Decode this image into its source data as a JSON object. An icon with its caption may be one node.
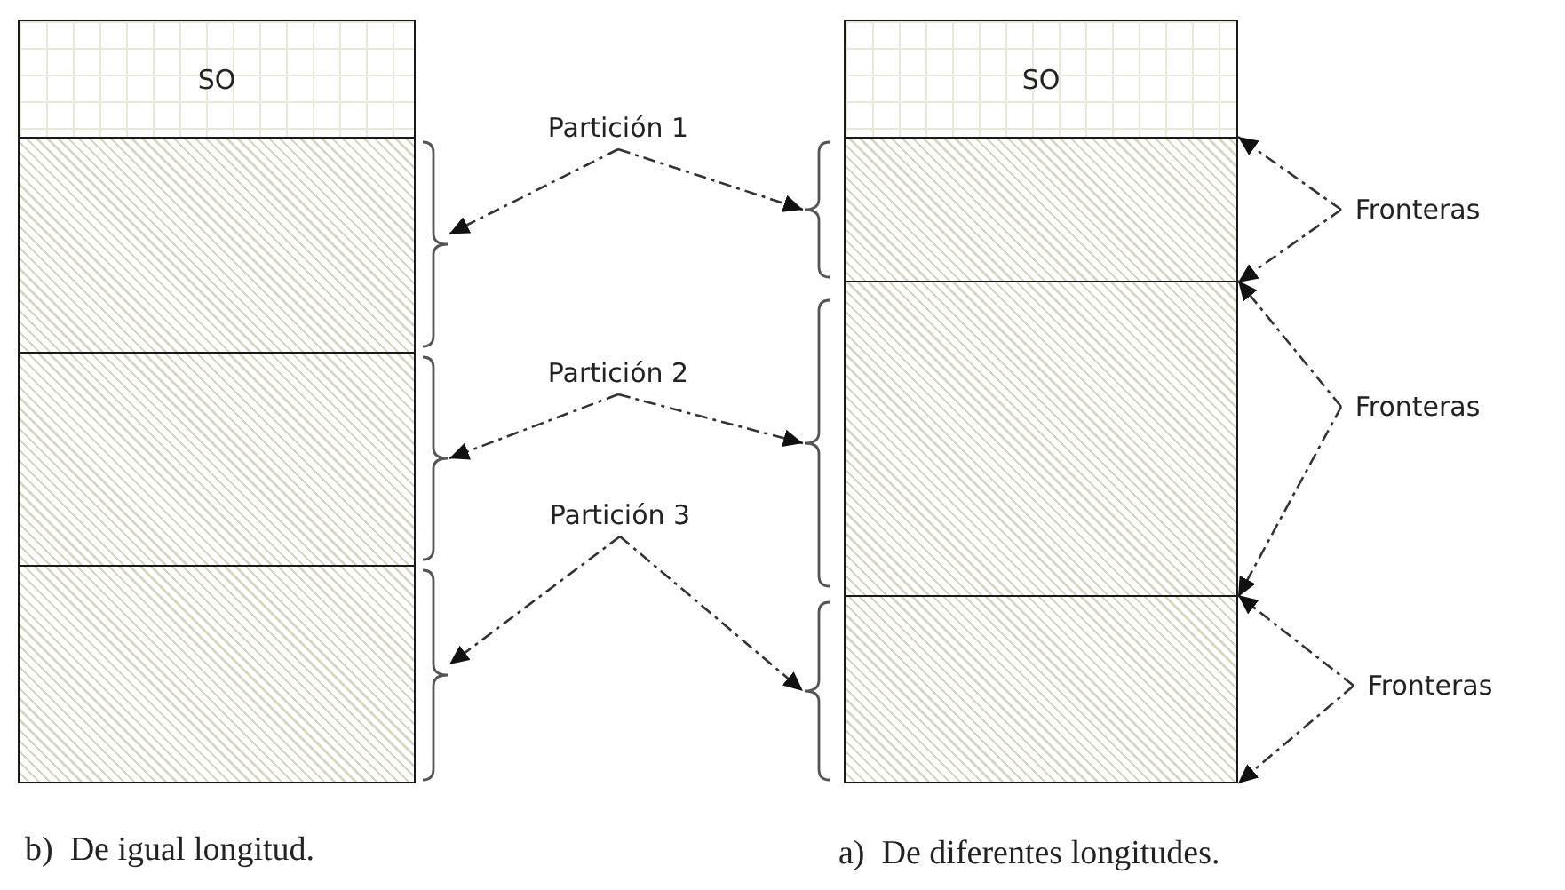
{
  "diagram": {
    "nodes": [
      {
        "text": [
          "SO"
        ]
      },
      {
        "text": [],
        "shape": "box"
      },
      {
        "text": [],
        "shape": "box"
      },
      {
        "text": [],
        "shape": "box"
      },
      {
        "text": [
          "SO"
        ]
      },
      {
        "text": [],
        "shape": "box"
      },
      {
        "text": [],
        "shape": "box"
      },
      {
        "text": [],
        "shape": "box"
      },
      {
        "text": [],
        "shape": "bracket"
      },
      {
        "text": [],
        "shape": "bracket"
      },
      {
        "text": [],
        "shape": "bracket"
      },
      {
        "text": [],
        "shape": "bracket"
      },
      {
        "text": [],
        "shape": "bracket"
      },
      {
        "text": [],
        "shape": "bracket"
      },
      {
        "text": [
          "Partición 1"
        ]
      },
      {
        "text": [
          "Partición 2"
        ]
      },
      {
        "text": [
          "Partición 3"
        ]
      },
      {
        "text": [
          "Fronteras"
        ]
      },
      {
        "text": [
          "Fronteras"
        ]
      },
      {
        "text": [
          "Fronteras"
        ]
      }
    ],
    "edges": [
      {
        "from": 14,
        "to": 8,
        "arrow": "to",
        "style": "dashed"
      },
      {
        "from": 14,
        "to": 11,
        "arrow": "to",
        "style": "dashed"
      },
      {
        "from": 15,
        "to": 9,
        "arrow": "to",
        "style": "dashed"
      },
      {
        "from": 15,
        "to": 12,
        "arrow": "to",
        "style": "dashed"
      },
      {
        "from": 16,
        "to": 10,
        "arrow": "to",
        "style": "dashed"
      },
      {
        "from": 16,
        "to": 13,
        "arrow": "to",
        "style": "dashed"
      },
      {
        "from": 17,
        "to": 5,
        "arrow": "to",
        "style": "dashed"
      },
      {
        "from": 17,
        "to": 5,
        "arrow": "to",
        "style": "dashed"
      },
      {
        "from": 18,
        "to": 6,
        "arrow": "to",
        "style": "dashed"
      },
      {
        "from": 18,
        "to": 6,
        "arrow": "to",
        "style": "dashed"
      },
      {
        "from": 19,
        "to": 7,
        "arrow": "to",
        "style": "dashed"
      },
      {
        "from": 19,
        "to": 7,
        "arrow": "to",
        "style": "dashed"
      }
    ],
    "labels": [
      "b)  De igual longitud.",
      "a)  De diferentes longitudes."
    ]
  }
}
